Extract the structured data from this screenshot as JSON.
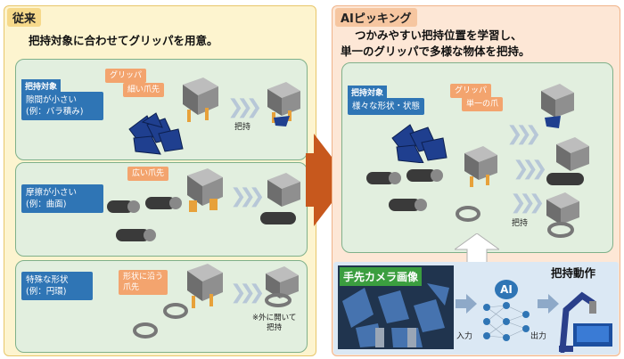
{
  "left": {
    "title": "従来",
    "heading": "把持対象に合わせてグリッパを用意。",
    "rows": [
      {
        "target_tab": "把持対象",
        "target": "隙間が小さい\n(例：バラ積み)",
        "gripper_tab": "グリッパ",
        "gripper": "細い爪先",
        "action": "把持"
      },
      {
        "target": "摩擦が小さい\n(例：曲面)",
        "gripper": "広い爪先"
      },
      {
        "target": "特殊な形状\n(例：円環)",
        "gripper": "形状に沿う\n爪先",
        "note": "※外に開いて\n把持"
      }
    ]
  },
  "right": {
    "title": "AIピッキング",
    "heading_line1": "つかみやすい把持位置を学習し、",
    "heading_line2": "単一のグリッパで多様な物体を把持。",
    "target_tab": "把持対象",
    "target": "様々な形状・状態",
    "gripper_tab": "グリッパ",
    "gripper": "単一の爪",
    "action": "把持",
    "camera_title": "手先カメラ画像",
    "ai_label": "AI",
    "output_title": "把持動作",
    "input_label": "入力",
    "output_label": "出力"
  },
  "colors": {
    "accent_blue": "#2f75b5",
    "accent_orange": "#c7581d",
    "gripper_orange": "#f3a46e",
    "green": "#3b9e3f"
  }
}
